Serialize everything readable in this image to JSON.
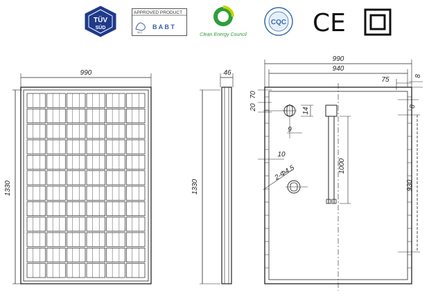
{
  "certifications": {
    "tuv": {
      "top": "TÜV",
      "bottom": "SÜD"
    },
    "babt": {
      "header": "APPROVED PRODUCT",
      "mark": "B A B T",
      "small": "MCI"
    },
    "cec": {
      "caption": "Clean Energy Council"
    },
    "cqc": {
      "label": "CQC"
    },
    "ce": {
      "label": "CE"
    }
  },
  "colors": {
    "line": "#222222",
    "tuv_blue": "#1f3a8a",
    "cec_green": "#2e9e3a",
    "cec_yellow": "#c8d400",
    "babt_blue": "#3a5aa8",
    "cqc_blue": "#2f6db5"
  },
  "front_view": {
    "width_label": "990",
    "height_label": "1330"
  },
  "side_view": {
    "thickness_label": "46",
    "height_label": "1330"
  },
  "back_view": {
    "overall_width_label": "990",
    "inner_width_label": "940",
    "dim_75_label": "75",
    "dim_8_top_label": "8",
    "dim_8_right_label": "8",
    "dim_70_label": "70",
    "dim_20_label": "20",
    "dim_14_label": "14",
    "dim_9_label": "9",
    "dim_10_label": "10",
    "holes_label": "2-Φ4.5",
    "cable_length_label": "1000",
    "mount_spacing_label": "930"
  }
}
